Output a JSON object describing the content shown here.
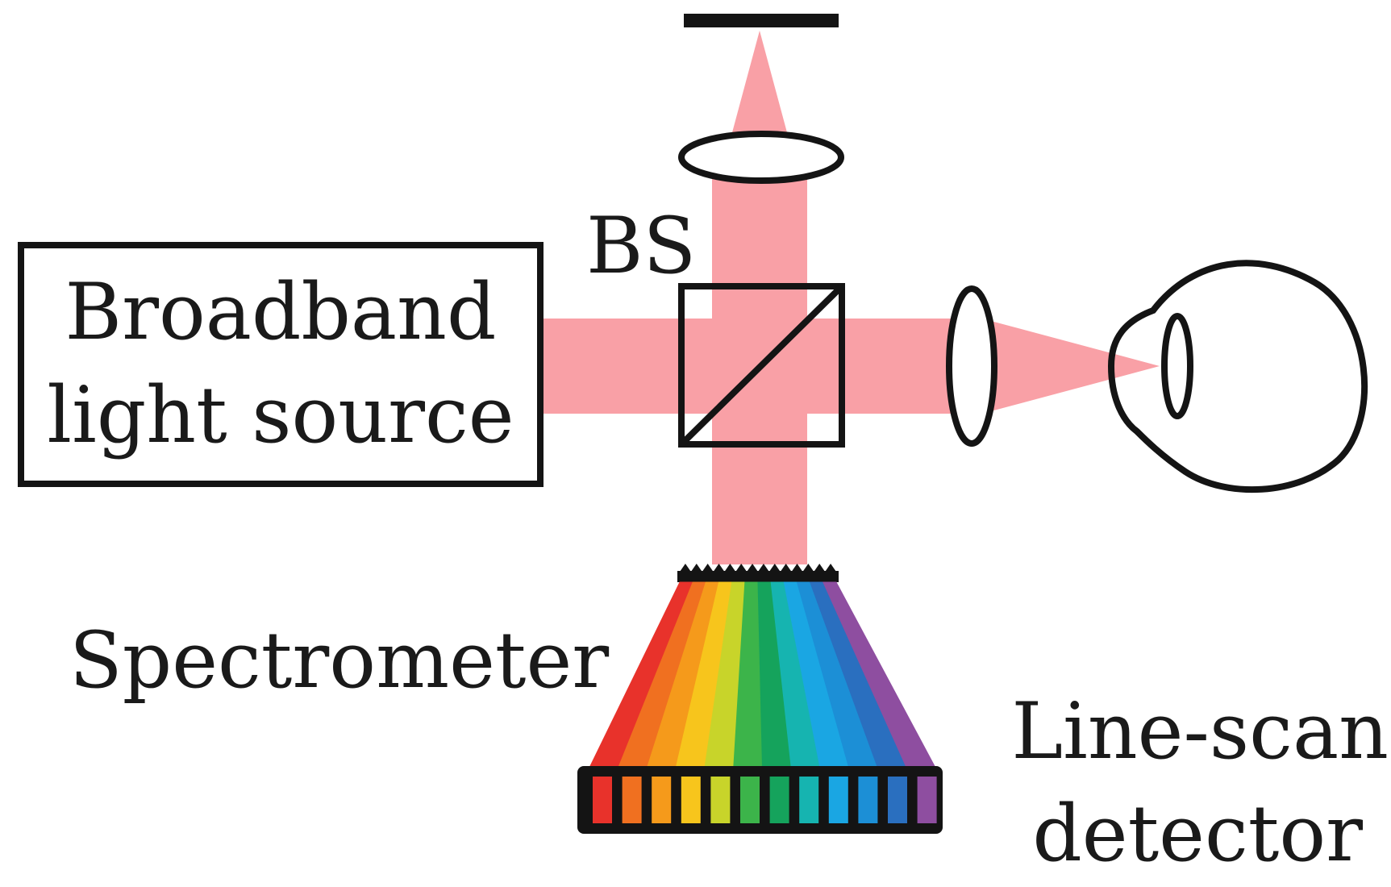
{
  "labels": {
    "source_line1": "Broadband",
    "source_line2": "light source",
    "beamsplitter": "BS",
    "spectrometer": "Spectrometer",
    "detector_line1": "Line-scan",
    "detector_line2": "detector"
  },
  "colors": {
    "beam": "#f9a0a6",
    "outline": "#141414",
    "spectrum": [
      "#e8322b",
      "#f07020",
      "#f59a1b",
      "#f7c51c",
      "#c8d42a",
      "#3cb44a",
      "#15a35c",
      "#16b4b0",
      "#1aa6e3",
      "#1c8fd6",
      "#2a6fbf",
      "#8e4ea0"
    ]
  },
  "icons": [
    "eye-icon",
    "lens-icon",
    "mirror-icon",
    "diffraction-grating-icon",
    "beamsplitter-cube-icon"
  ]
}
